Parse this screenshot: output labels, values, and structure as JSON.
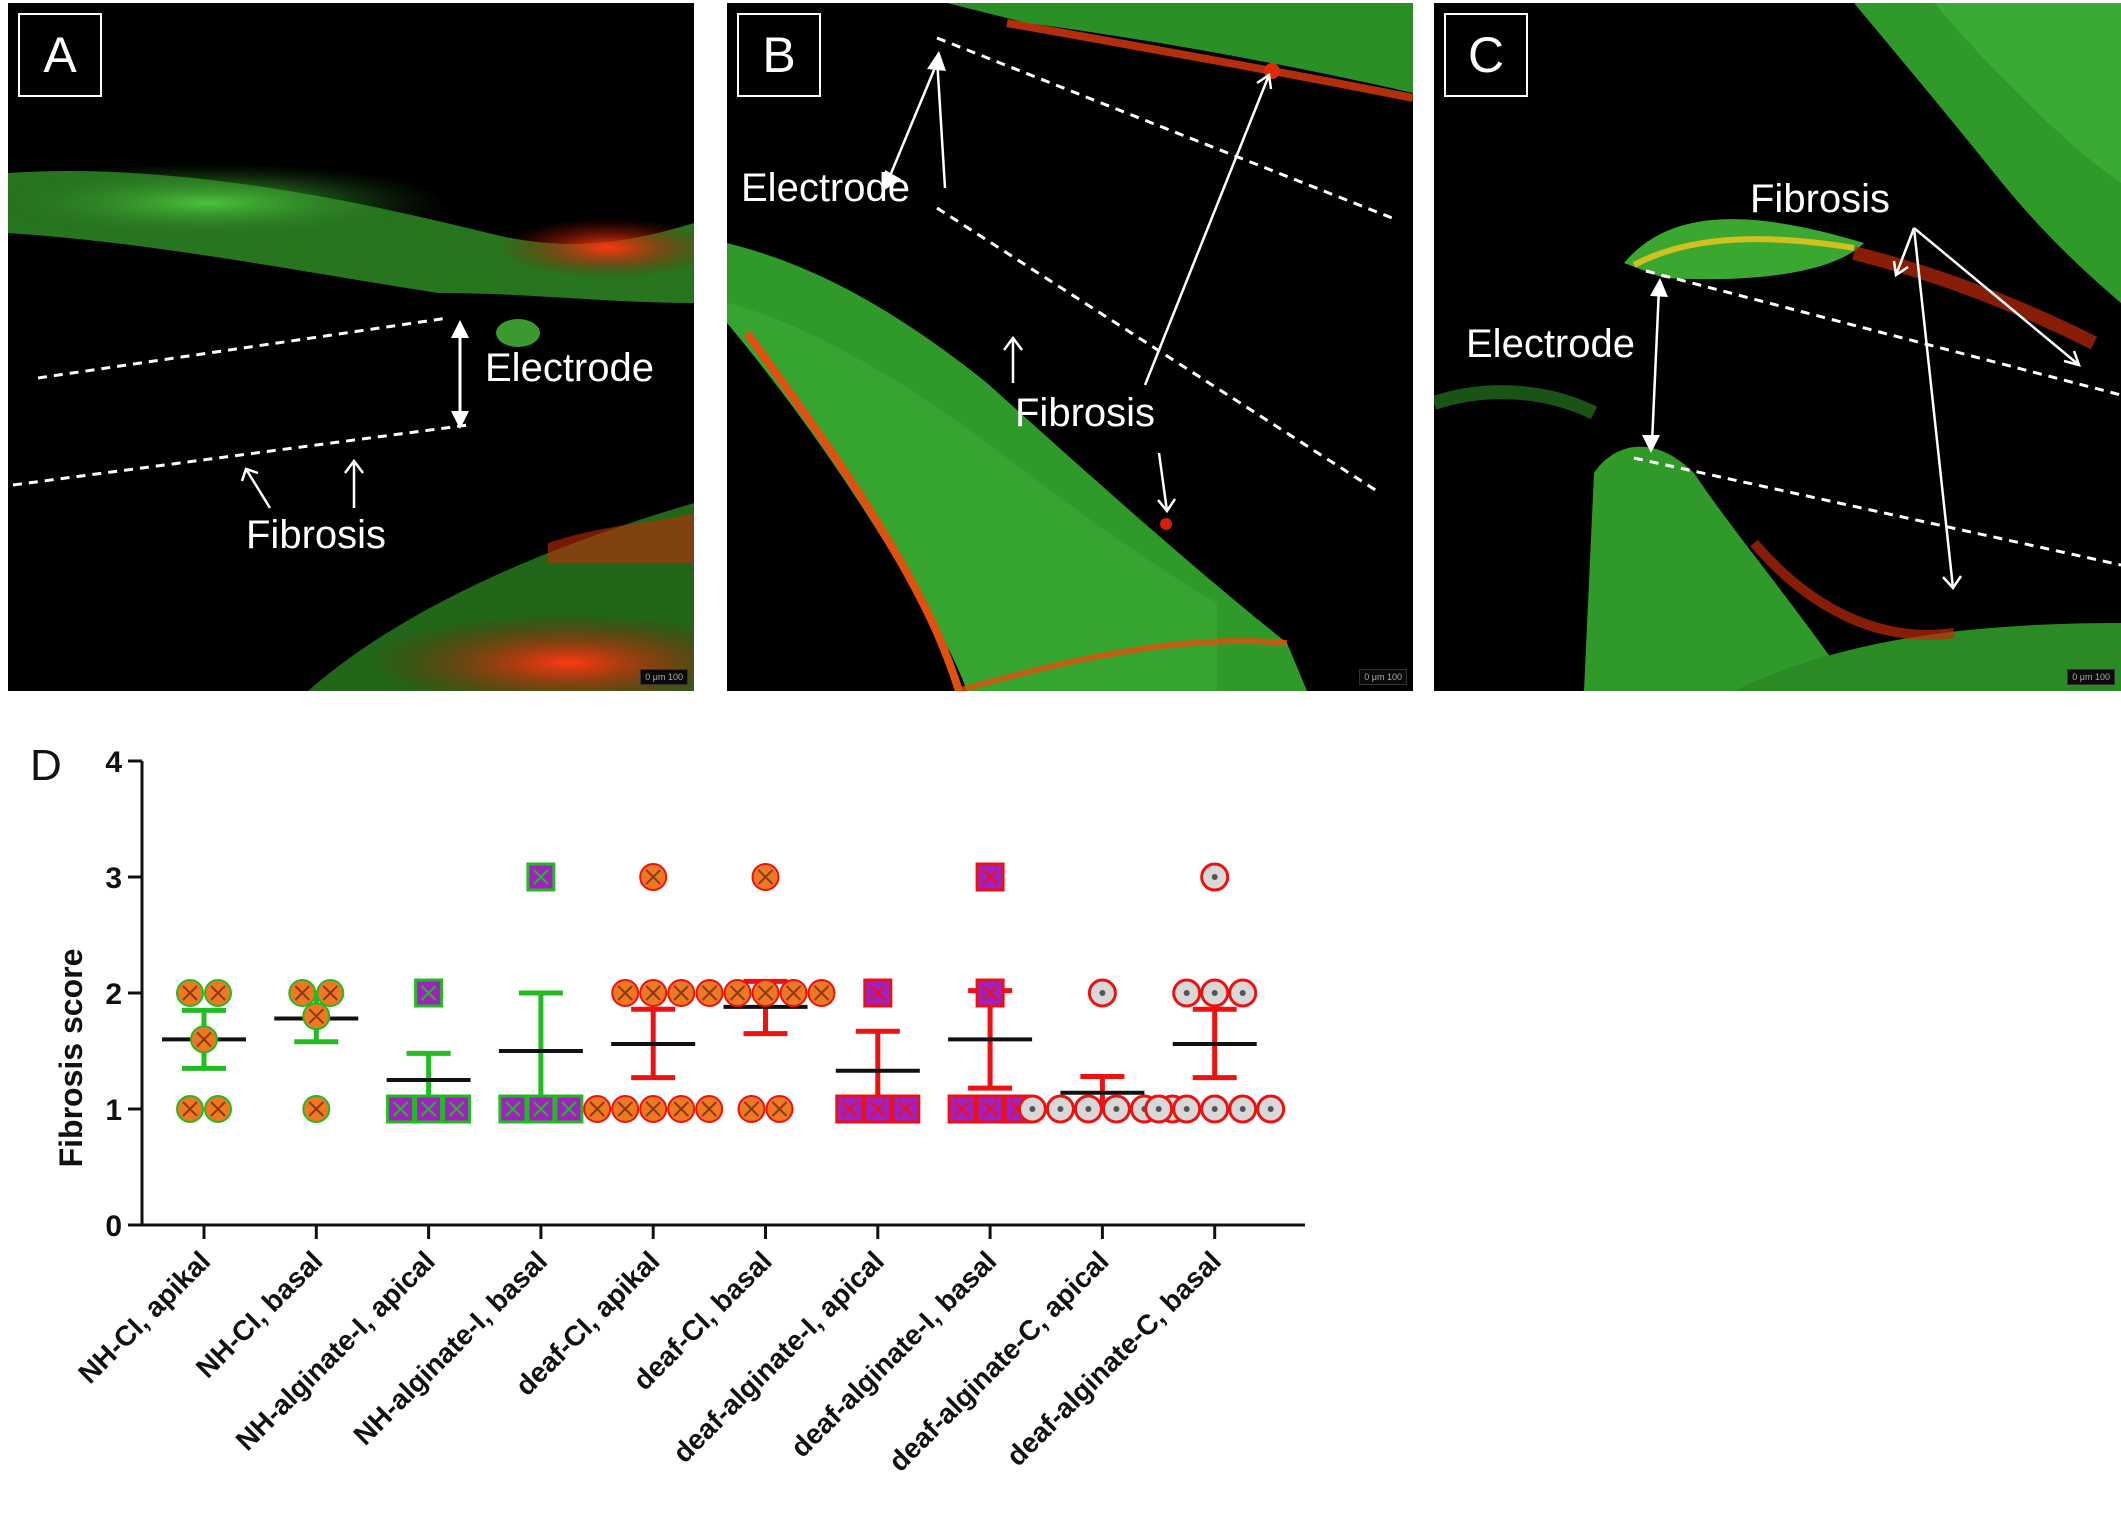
{
  "panels": [
    {
      "letter": "A",
      "labels": {
        "electrode": "Electrode",
        "fibrosis": "Fibrosis"
      },
      "scale": "0 μm 100"
    },
    {
      "letter": "B",
      "labels": {
        "electrode": "Electrode",
        "fibrosis": "Fibrosis"
      },
      "scale": "0 μm 100"
    },
    {
      "letter": "C",
      "labels": {
        "electrode": "Electrode",
        "fibrosis": "Fibrosis"
      },
      "scale": "0 μm 100"
    }
  ],
  "colors": {
    "tissue_green": "#3cb43c",
    "tissue_red": "#e0300a",
    "nh_green": "#22bb22",
    "deaf_red": "#ee1111",
    "orange_fill": "#f07820",
    "purple_fill": "#a020c0",
    "grey_fill": "#d8d8d8"
  },
  "chart_data": {
    "panel_letter": "D",
    "type": "scatter",
    "ylabel": "Fibrosis score",
    "ylim": [
      0,
      4
    ],
    "yticks": [
      0,
      1,
      2,
      3,
      4
    ],
    "categories": [
      "NH-CI, apikal",
      "NH-CI, basal",
      "NH-alginate-I, apical",
      "NH-alginate-I, basal",
      "deaf-CI, apikal",
      "deaf-CI, basal",
      "deaf-alginate-I, apical",
      "deaf-alginate-I, basal",
      "deaf-alginate-C, apical",
      "deaf-alginate-C, basal"
    ],
    "series": [
      {
        "points": [
          2,
          2,
          1,
          1,
          1.6
        ],
        "mean": 1.6,
        "sem_low": 1.35,
        "sem_high": 1.85,
        "marker": "circle-x",
        "fill": "orange",
        "edge": "green",
        "bar_color": "green"
      },
      {
        "points": [
          2,
          2,
          1.8,
          1
        ],
        "mean": 1.78,
        "sem_low": 1.58,
        "sem_high": 2.0,
        "marker": "circle-x",
        "fill": "orange",
        "edge": "green",
        "bar_color": "green"
      },
      {
        "points": [
          2,
          1,
          1,
          1
        ],
        "mean": 1.25,
        "sem_low": 1.0,
        "sem_high": 1.48,
        "marker": "square-x",
        "fill": "purple",
        "edge": "green",
        "bar_color": "green"
      },
      {
        "points": [
          3,
          1,
          1,
          1
        ],
        "mean": 1.5,
        "sem_low": 1.0,
        "sem_high": 2.0,
        "marker": "square-x",
        "fill": "purple",
        "edge": "green",
        "bar_color": "green"
      },
      {
        "points": [
          3,
          2,
          2,
          2,
          1,
          1,
          1,
          1,
          1
        ],
        "mean": 1.56,
        "sem_low": 1.27,
        "sem_high": 1.86,
        "marker": "circle-x",
        "fill": "orange",
        "edge": "red",
        "bar_color": "red"
      },
      {
        "points": [
          3,
          2,
          2,
          2,
          2,
          2,
          1,
          1
        ],
        "mean": 1.88,
        "sem_low": 1.65,
        "sem_high": 2.1,
        "marker": "circle-x",
        "fill": "orange",
        "edge": "red",
        "bar_color": "red"
      },
      {
        "points": [
          2,
          1,
          1,
          1
        ],
        "mean": 1.33,
        "sem_low": 1.0,
        "sem_high": 1.67,
        "marker": "square-x",
        "fill": "purple",
        "edge": "red",
        "bar_color": "red"
      },
      {
        "points": [
          3,
          2,
          1,
          1,
          1
        ],
        "mean": 1.6,
        "sem_low": 1.18,
        "sem_high": 2.02,
        "marker": "square-x",
        "fill": "purple",
        "edge": "red",
        "bar_color": "red"
      },
      {
        "points": [
          2,
          1,
          1,
          1,
          1,
          1,
          1
        ],
        "mean": 1.14,
        "sem_low": 1.0,
        "sem_high": 1.28,
        "marker": "circle-dot",
        "fill": "grey",
        "edge": "red",
        "bar_color": "red"
      },
      {
        "points": [
          3,
          2,
          2,
          2,
          1,
          1,
          1,
          1,
          1
        ],
        "mean": 1.56,
        "sem_low": 1.27,
        "sem_high": 1.86,
        "marker": "circle-dot",
        "fill": "grey",
        "edge": "red",
        "bar_color": "red"
      }
    ]
  }
}
